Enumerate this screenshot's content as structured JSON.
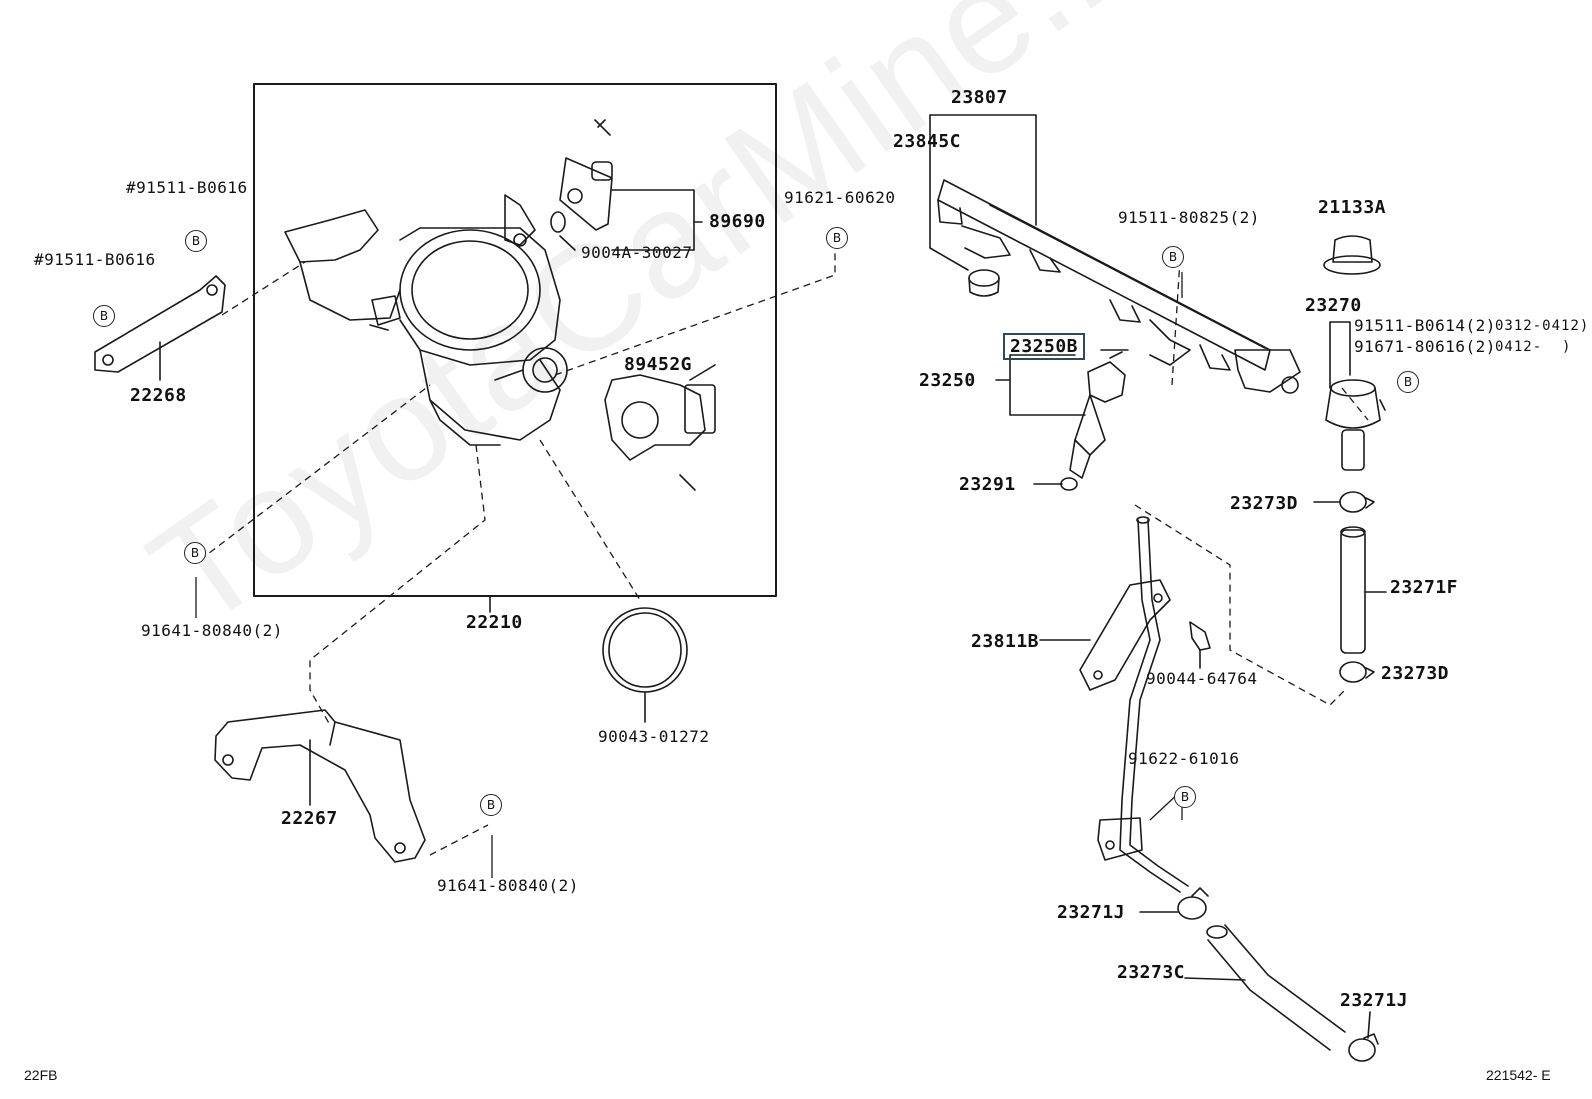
{
  "watermark": "ToyotaCarMine.ru",
  "corner_left": "22FB",
  "corner_right": "221542- E",
  "bolt_marker": "B",
  "parts": {
    "p23807": "23807",
    "p23845C": "23845C",
    "p91511_B0616_a": "#91511-B0616",
    "p91511_B0616_b": "#91511-B0616",
    "p91621_60620": "91621-60620",
    "p89690": "89690",
    "p9004A_30027": "9004A-30027",
    "p91511_80825": "91511-80825(2)",
    "p21133A": "21133A",
    "p23270": "23270",
    "p91511_B0614": "91511-B0614(2)",
    "p91511_B0614_range": "0312-0412)",
    "p91671_80616": "91671-80616(2)",
    "p91671_80616_range": "0412-",
    "p91671_80616_close": ")",
    "p22268": "22268",
    "p89452G": "89452G",
    "p23250B": "23250B",
    "p23250": "23250",
    "p23291": "23291",
    "p23273D_a": "23273D",
    "p23271F": "23271F",
    "p91641_80840_a": "91641-80840(2)",
    "p22210": "22210",
    "p23811B": "23811B",
    "p90044_64764": "90044-64764",
    "p23273D_b": "23273D",
    "p90043_01272": "90043-01272",
    "p91622_61016": "91622-61016",
    "p22267": "22267",
    "p91641_80840_b": "91641-80840(2)",
    "p23271J_a": "23271J",
    "p23273C": "23273C",
    "p23271J_b": "23271J"
  }
}
